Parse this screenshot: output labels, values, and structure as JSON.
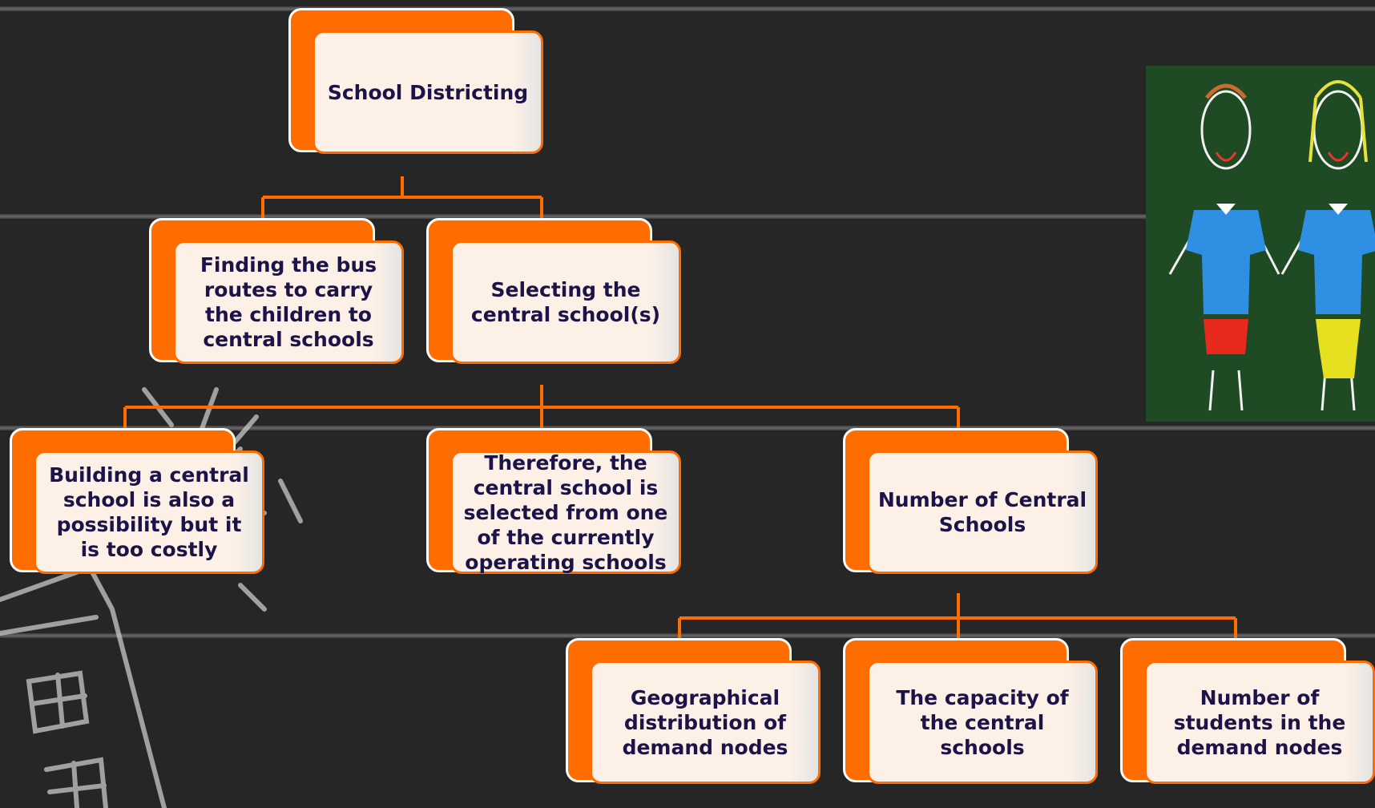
{
  "diagram": {
    "root": "School Districting",
    "level1": [
      "Finding the bus routes to carry the children to central schools",
      "Selecting the central school(s)"
    ],
    "level2": [
      "Building a central school is also a possibility but it is too costly",
      "Therefore, the central school is selected from one of the currently operating schools",
      "Number of Central Schools"
    ],
    "level3": [
      "Geographical distribution of demand nodes",
      "The capacity of the central schools",
      "Number of students in the demand nodes"
    ]
  },
  "image": {
    "description_icon": "kids-drawing-image"
  },
  "colors": {
    "accent": "#ff6d00",
    "box_fill": "#fdf0e6",
    "text": "#1c1449",
    "background": "#262626"
  }
}
